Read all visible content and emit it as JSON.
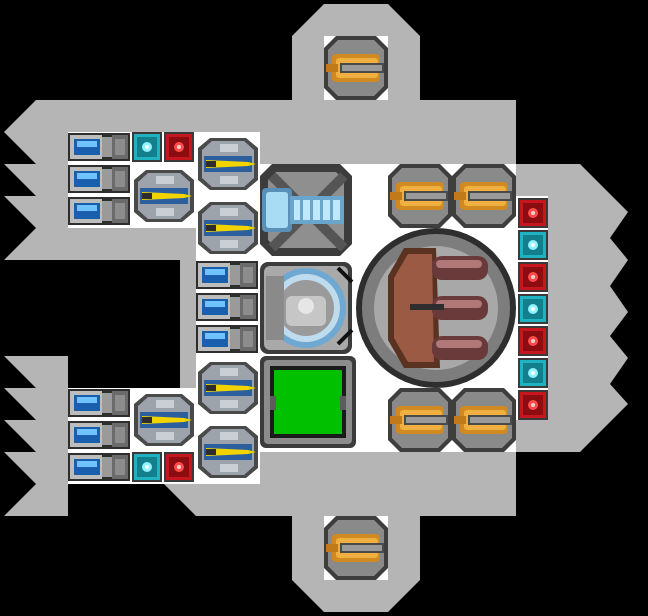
{
  "screen": {
    "background": "#000000",
    "hull_color": "#b5b5b5",
    "deck_color": "#ffffff"
  },
  "palette": {
    "thruster_blue": "#2a8be0",
    "module_gray": "#7d7d7d",
    "shield_cyan": "#1fb3c2",
    "armor_red": "#c8161e",
    "laser_yellow": "#f2d400",
    "turret_orange": "#e0962a",
    "reactor_green": "#00c000",
    "cannon_brown": "#8a5440",
    "ion_blue": "#7fc4e8"
  },
  "ship": {
    "modules": [
      {
        "kind": "engine",
        "icon": "thruster-icon"
      },
      {
        "kind": "shield",
        "icon": "shield-cell-icon"
      },
      {
        "kind": "armor",
        "icon": "armor-cell-icon"
      },
      {
        "kind": "laser",
        "icon": "laser-icon"
      },
      {
        "kind": "ion_cannon",
        "icon": "ion-cannon-icon"
      },
      {
        "kind": "turret",
        "icon": "turret-icon"
      },
      {
        "kind": "core",
        "icon": "command-core-icon"
      },
      {
        "kind": "reactor",
        "icon": "reactor-icon"
      },
      {
        "kind": "heavy_cannon",
        "icon": "heavy-cannon-icon"
      }
    ]
  }
}
